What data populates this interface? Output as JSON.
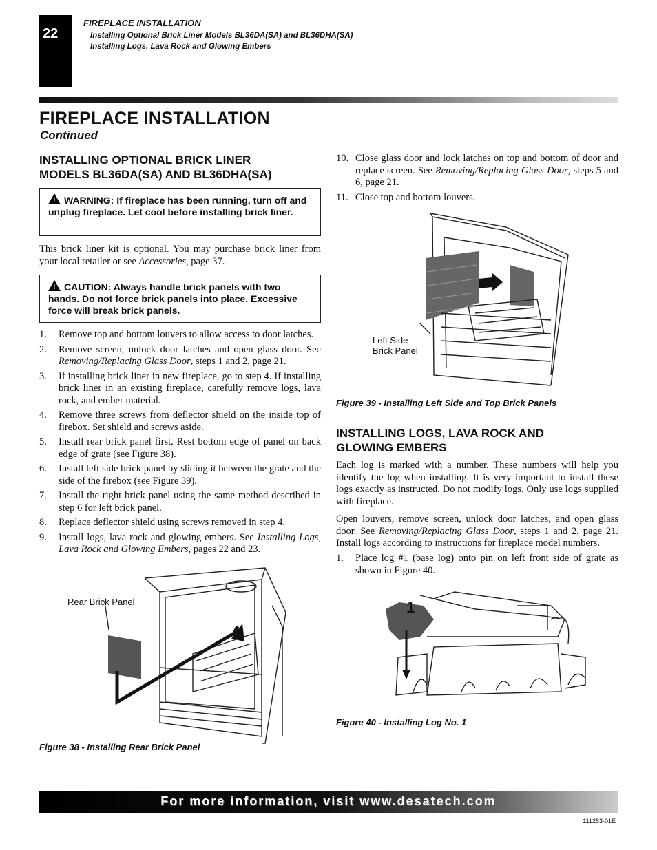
{
  "header": {
    "page_number": "22",
    "section": "FIREPLACE INSTALLATION",
    "line1": "Installing Optional Brick Liner Models BL36DA(SA) and BL36DHA(SA)",
    "line2": "Installing Logs, Lava Rock and Glowing Embers"
  },
  "title": "FIREPLACE INSTALLATION",
  "subtitle": "Continued",
  "brick_section": {
    "heading_line1": "INSTALLING OPTIONAL BRICK LINER",
    "heading_line2": "MODELS BL36DA(SA) AND BL36DHA(SA)",
    "warning": "WARNING: If fireplace has been running, turn off and unplug fireplace. Let cool before installing brick liner.",
    "intro_a": "This brick liner kit is optional. You may purchase brick liner from your local retailer or see ",
    "intro_ref": "Accessories",
    "intro_b": ", page 37.",
    "caution": "CAUTION: Always handle brick panels with two hands. Do not force brick panels into place. Exces­sive force will break brick panels.",
    "steps": [
      {
        "n": "1.",
        "a": "Remove top and bottom louvers to allow access to door latches.",
        "ref": "",
        "b": ""
      },
      {
        "n": "2.",
        "a": "Remove screen, unlock door latches and open glass door. See ",
        "ref": "Removing/Replacing Glass Door",
        "b": ", steps 1 and 2, page 21."
      },
      {
        "n": "3.",
        "a": "If installing brick liner in new fireplace, go to step 4. If install­ing brick liner in an existing fireplace, carefully remove logs, lava rock, and ember material.",
        "ref": "",
        "b": ""
      },
      {
        "n": "4.",
        "a": "Remove three screws from deflector shield on the inside top of firebox. Set shield and screws aside.",
        "ref": "",
        "b": ""
      },
      {
        "n": "5.",
        "a": "Install rear brick panel first. Rest bottom edge of panel on back edge of grate (see Figure 38).",
        "ref": "",
        "b": ""
      },
      {
        "n": "6.",
        "a": "Install left side brick panel by sliding it between the grate and the side of the firebox (see Figure 39).",
        "ref": "",
        "b": ""
      },
      {
        "n": "7.",
        "a": "Install the right brick panel using the same method described in step 6 for left brick panel.",
        "ref": "",
        "b": ""
      },
      {
        "n": "8.",
        "a": "Replace deflector shield using screws removed in step 4.",
        "ref": "",
        "b": ""
      },
      {
        "n": "9.",
        "a": "Install logs, lava rock and glowing embers. See ",
        "ref": "Installing Logs, Lava Rock and Glowing Embers,",
        "b": " pages 22 and 23."
      }
    ],
    "fig38_label": "Rear Brick Panel",
    "fig38_caption": "Figure 38 - Installing Rear Brick Panel"
  },
  "right_column": {
    "steps": [
      {
        "n": "10.",
        "a": "Close glass door and lock latches on top and bottom of door and replace screen. See ",
        "ref": "Removing/Replacing Glass Door",
        "b": ", steps 5 and 6, page 21."
      },
      {
        "n": "11.",
        "a": "Close top and bottom louvers.",
        "ref": "",
        "b": ""
      }
    ],
    "fig39_label_line1": "Left Side",
    "fig39_label_line2": "Brick Panel",
    "fig39_caption": "Figure 39 - Installing Left Side and Top Brick Panels"
  },
  "logs_section": {
    "heading_line1": "INSTALLING LOGS, LAVA ROCK AND",
    "heading_line2": "GLOWING EMBERS",
    "para1": "Each log is marked with a number. These numbers will help you identify the log when installing. It is very important to install these logs exactly as instructed. Do not modify logs. Only use logs supplied with fireplace.",
    "para2_a": "Open louvers, remove screen, unlock door latches, and open glass door. See ",
    "para2_ref": "Removing/Replacing Glass Door",
    "para2_b": ", steps 1 and 2, page 21. Install logs according to instructions for fireplace model numbers.",
    "step1": {
      "n": "1.",
      "a": "Place log #1 (base log) onto pin on left front side of grate as shown in Figure 40."
    },
    "fig40_number": "1",
    "fig40_caption": "Figure 40 -  Installing Log No. 1"
  },
  "footer": {
    "text": "For more information, visit www.desatech.com",
    "doc_number": "111253-01E"
  }
}
